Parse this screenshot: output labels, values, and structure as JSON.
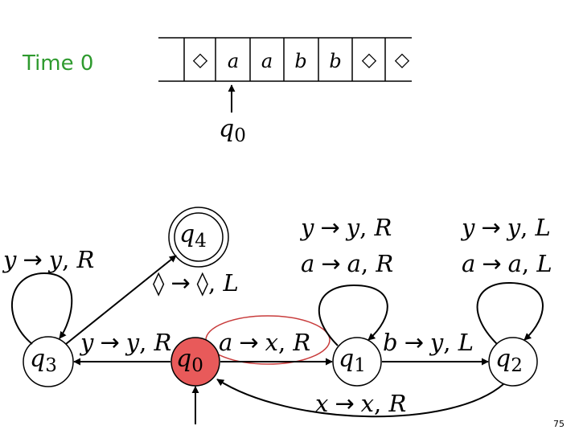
{
  "title": "Time 0",
  "page_number": "75",
  "colors": {
    "title": "#2e9a2e",
    "active_state_fill": "#e85a5a",
    "highlight_ellipse": "#c83c3c",
    "ink": "#000000"
  },
  "tape": {
    "cells": [
      "◇",
      "a",
      "a",
      "b",
      "b",
      "◇",
      "◇"
    ],
    "head_state": "q",
    "head_state_sub": "0"
  },
  "states": {
    "q0": {
      "name": "q",
      "sub": "0",
      "active": true
    },
    "q1": {
      "name": "q",
      "sub": "1"
    },
    "q2": {
      "name": "q",
      "sub": "2"
    },
    "q3": {
      "name": "q",
      "sub": "3"
    },
    "q4": {
      "name": "q",
      "sub": "4",
      "accepting": true
    }
  },
  "transitions": {
    "q0_q1": {
      "read": "a",
      "arrow": "→",
      "write": "x",
      "move": "R"
    },
    "q0_q3": {
      "read": "y",
      "arrow": "→",
      "write": "y",
      "move": "R"
    },
    "q1_q2": {
      "read": "b",
      "arrow": "→",
      "write": "y",
      "move": "L"
    },
    "q2_q0": {
      "read": "x",
      "arrow": "→",
      "write": "x",
      "move": "R"
    },
    "q3_q4": {
      "read": "◊",
      "arrow": "→",
      "write": "◊",
      "move": "L"
    },
    "q3_loop": {
      "read": "y",
      "arrow": "→",
      "write": "y",
      "move": "R"
    },
    "q1_loop_1": {
      "read": "y",
      "arrow": "→",
      "write": "y",
      "move": "R"
    },
    "q1_loop_2": {
      "read": "a",
      "arrow": "→",
      "write": "a",
      "move": "R"
    },
    "q2_loop_1": {
      "read": "y",
      "arrow": "→",
      "write": "y",
      "move": "L"
    },
    "q2_loop_2": {
      "read": "a",
      "arrow": "→",
      "write": "a",
      "move": "L"
    }
  }
}
